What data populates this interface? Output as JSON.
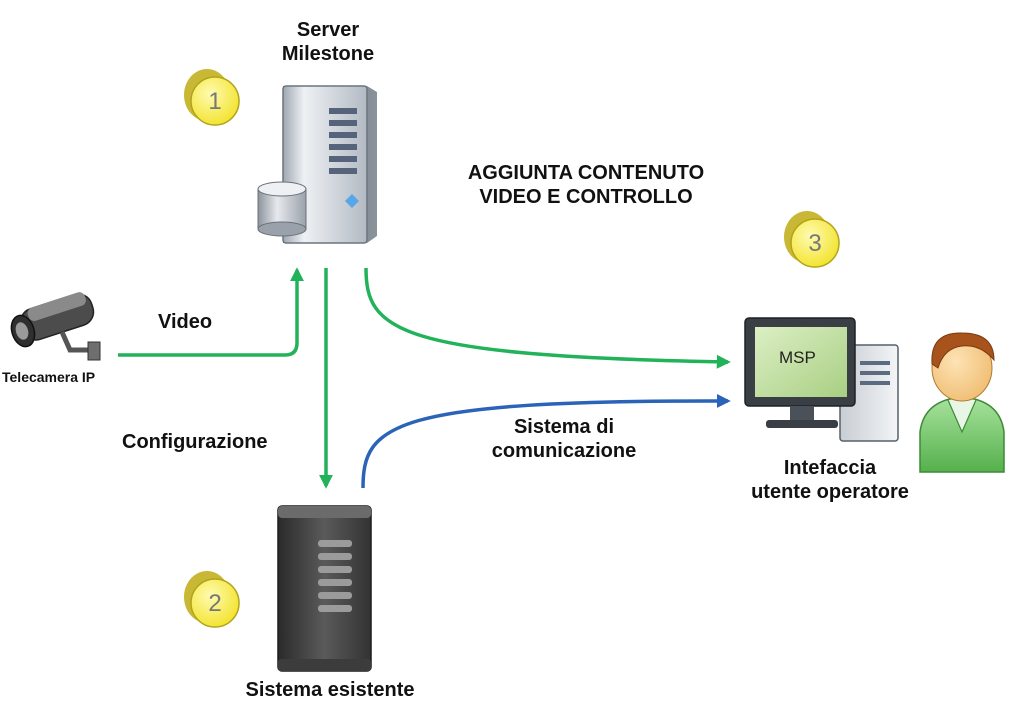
{
  "title": {
    "line1": "AGGIUNTA CONTENUTO",
    "line2": "VIDEO E CONTROLLO"
  },
  "nodes": {
    "server": {
      "line1": "Server",
      "line2": "Milestone",
      "badge": "1"
    },
    "existing": {
      "label": "Sistema esistente",
      "badge": "2"
    },
    "operator": {
      "line1": "Intefaccia",
      "line2": "utente operatore",
      "badge": "3",
      "monitor_text": "MSP"
    },
    "camera": {
      "label": "Telecamera IP"
    }
  },
  "edges": {
    "video": "Video",
    "config": "Configurazione",
    "comm_line1": "Sistema di",
    "comm_line2": "comunicazione"
  },
  "colors": {
    "green_arrow": "#22b25a",
    "blue_arrow": "#2a63b7",
    "badge_fill": "#f7ec3c",
    "person_shirt": "#7ccf73",
    "person_skin": "#f6cd8a",
    "person_hair": "#a8521c"
  }
}
